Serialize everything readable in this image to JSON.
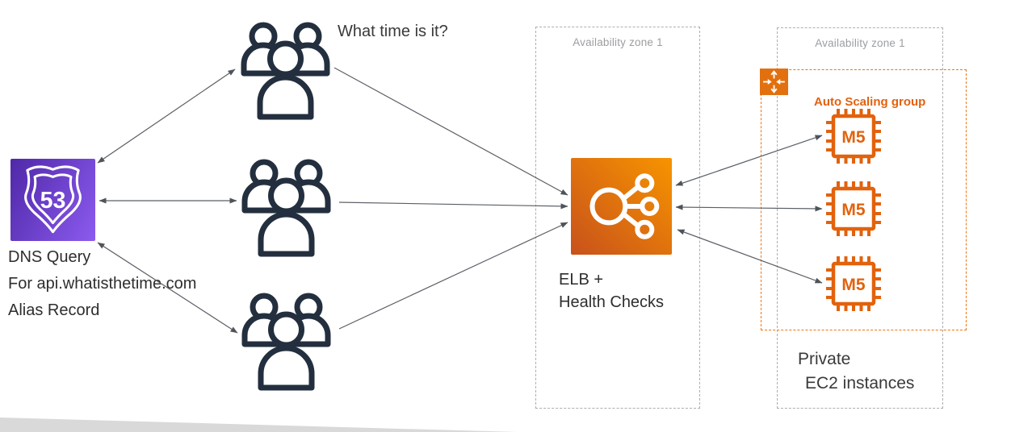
{
  "colors": {
    "route53_purple_dark": "#4f28a8",
    "route53_purple_light": "#8c5bef",
    "elb_orange_dark": "#c8511b",
    "elb_orange_light": "#f79400",
    "ec2_orange": "#e2620d",
    "asg_border_orange": "#ee7613",
    "users_navy": "#232f3e",
    "arrow_gray": "#4f545a",
    "az_border_gray": "#aeaeae",
    "az_label_gray": "#9b9ea2",
    "text_dark": "#2e2e2e",
    "decoration_gray": "#d9d9d9"
  },
  "route53": {
    "badge": "53",
    "label_lines": [
      "DNS Query",
      "For api.whatisthetime.com",
      "Alias Record"
    ]
  },
  "users": {
    "question": "What time is it?"
  },
  "elb": {
    "label_lines": [
      "ELB +",
      "Health Checks"
    ]
  },
  "zones": {
    "az1_label": "Availability zone 1",
    "az2_label": "Availability zone 1"
  },
  "asg": {
    "label": "Auto Scaling group"
  },
  "instances": {
    "labels": [
      "M5",
      "M5",
      "M5"
    ]
  },
  "private": {
    "label_lines": [
      "Private",
      "EC2 instances"
    ]
  }
}
